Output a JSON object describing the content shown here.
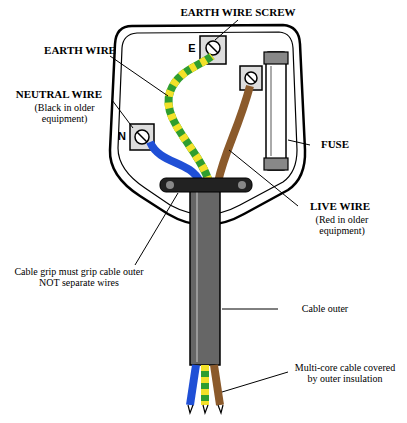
{
  "diagram": {
    "labels": [
      "EARTH WIRE SCREW",
      "EARTH WIRE",
      "NEUTRAL WIRE",
      "(Black in older equipment)",
      "FUSE",
      "LIVE WIRE",
      "(Red in older equipment)",
      "Cable grip must grip cable outer NOT separate wires",
      "Cable outer",
      "Multi-core cable covered by outer insulation",
      "E",
      "N"
    ]
  }
}
